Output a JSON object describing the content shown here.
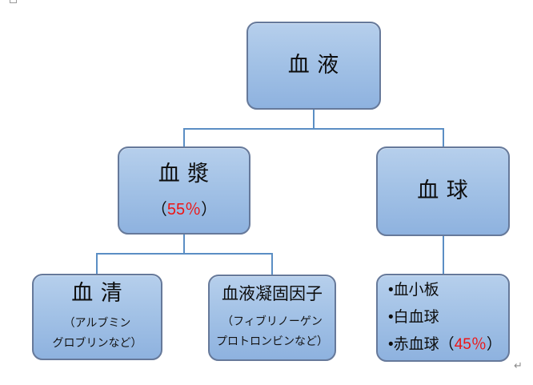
{
  "colors": {
    "box_fill_top": "#b6cfec",
    "box_fill_bottom": "#8eb2df",
    "box_border": "#66799a",
    "connector": "#5b8ec4",
    "text": "#0d0d0d",
    "percent_red": "#ee1414",
    "mark_gray": "#8a8a8a"
  },
  "diagram": {
    "blood": {
      "title": "血 液"
    },
    "plasma": {
      "title": "血 漿",
      "paren_open": "（",
      "percent": "55％",
      "paren_close": "）"
    },
    "cells": {
      "title": "血 球"
    },
    "serum": {
      "title": "血 清",
      "sub_line1": "（アルブミン",
      "sub_line2": "グロブリンなど）"
    },
    "coagulation": {
      "title": "血液凝固因子",
      "sub_line1": "（フィブリノーゲン",
      "sub_line2": "プロトロンビンなど）"
    },
    "components": {
      "bullets": [
        {
          "marker": "•",
          "text": "血小板"
        },
        {
          "marker": "•",
          "text": "白血球"
        },
        {
          "marker": "•",
          "text": "赤血球",
          "paren_open": "（",
          "percent": "45％",
          "paren_close": "）"
        }
      ]
    }
  },
  "marks": {
    "return_mark": "↵"
  }
}
